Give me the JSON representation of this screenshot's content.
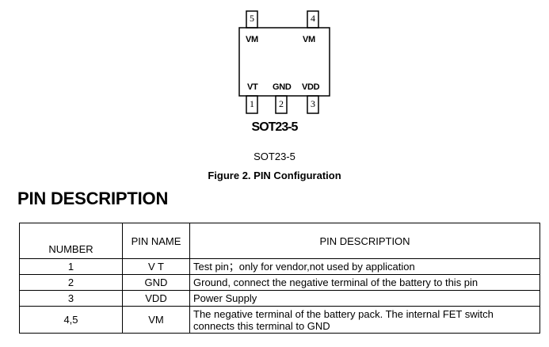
{
  "diagram": {
    "top_pins": [
      {
        "number": "5",
        "label": "VM"
      },
      {
        "number": "4",
        "label": "VM"
      }
    ],
    "bottom_pins": [
      {
        "number": "1",
        "label": "VT"
      },
      {
        "number": "2",
        "label": "GND"
      },
      {
        "number": "3",
        "label": "VDD"
      }
    ],
    "package_caption": "SOT23-5"
  },
  "sot_label": "SOT23-5",
  "figure_caption": "Figure 2.  PIN Configuration",
  "section_title": "PIN DESCRIPTION",
  "table": {
    "headers": [
      "NUMBER",
      "PIN NAME",
      "PIN DESCRIPTION"
    ],
    "rows": [
      [
        "1",
        "V T",
        "Test pin；only for vendor,not used by application"
      ],
      [
        "2",
        "GND",
        "Ground, connect the negative terminal of the battery to this pin"
      ],
      [
        "3",
        "VDD",
        "Power Supply"
      ],
      [
        "4,5",
        "VM",
        "The negative terminal of the battery pack. The internal FET switch connects this terminal to GND"
      ]
    ]
  }
}
